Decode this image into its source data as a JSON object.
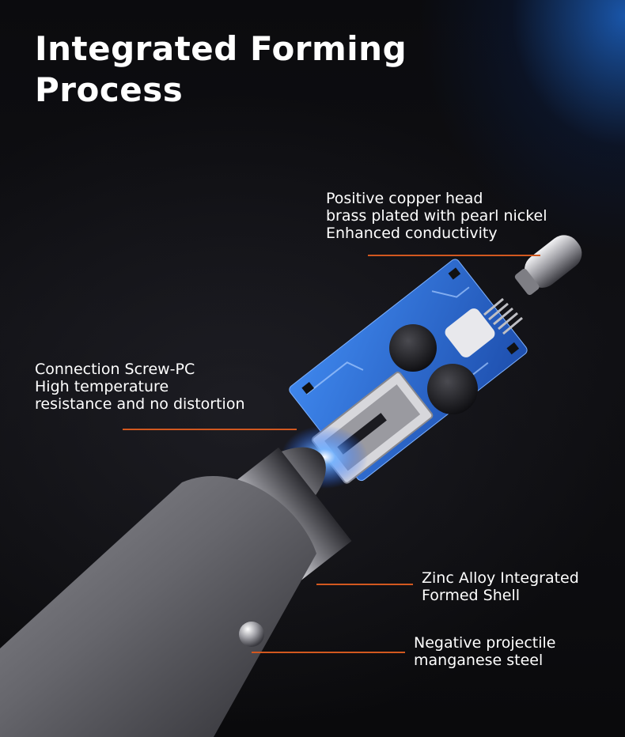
{
  "title": {
    "line1": "Integrated Forming",
    "line2": "Process"
  },
  "callouts": {
    "copper_head": {
      "line1": "Positive copper head",
      "line2": "brass plated with pearl nickel",
      "line3": "Enhanced conductivity"
    },
    "screw": {
      "line1": "Connection Screw-PC",
      "line2": "High temperature",
      "line3": "resistance and no distortion"
    },
    "shell": {
      "line1": "Zinc Alloy Integrated",
      "line2": "Formed Shell"
    },
    "negative": {
      "line1": "Negative projectile",
      "line2": "manganese steel"
    }
  },
  "colors": {
    "leader": "#d2581f",
    "pcb": "#2f6fd6",
    "shell": "#6c6c72",
    "glow": "#3a8cff"
  }
}
